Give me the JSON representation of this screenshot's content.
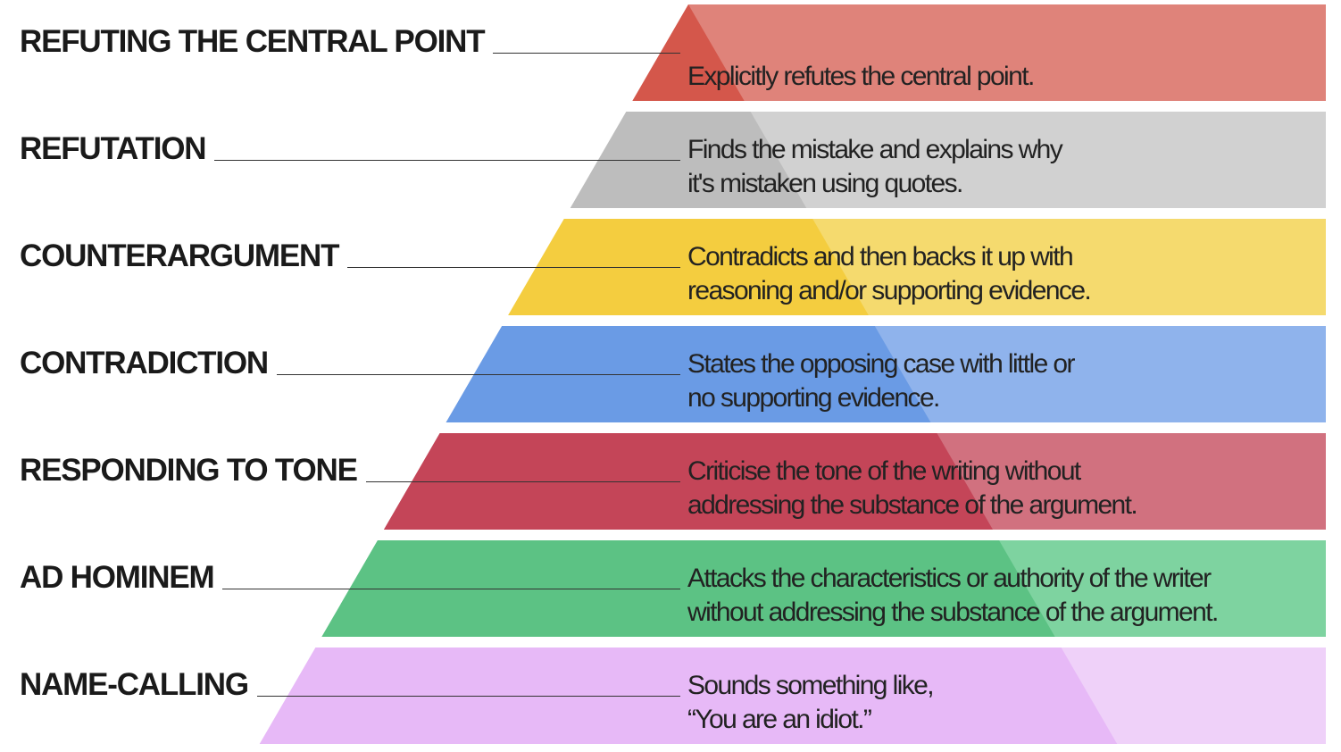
{
  "title": "Hierarchy of Disagreement",
  "levels": [
    {
      "label": "REFUTING THE CENTRAL POINT",
      "desc": [
        "Explicitly refutes the central point."
      ],
      "dark": "#d4574b",
      "light": "#df837a"
    },
    {
      "label": "REFUTATION",
      "desc": [
        "Finds the mistake and explains why",
        "it's mistaken using quotes."
      ],
      "dark": "#bdbdbd",
      "light": "#d1d1d1"
    },
    {
      "label": "COUNTERARGUMENT",
      "desc": [
        "Contradicts and then backs it up with",
        "reasoning and/or supporting evidence."
      ],
      "dark": "#f4cd3f",
      "light": "#f5da6e"
    },
    {
      "label": "CONTRADICTION",
      "desc": [
        "States the opposing case with little or",
        "no supporting evidence."
      ],
      "dark": "#6a9be5",
      "light": "#8fb3ec"
    },
    {
      "label": "RESPONDING TO TONE",
      "desc": [
        "Criticise the tone of the writing without",
        "addressing the substance of the argument."
      ],
      "dark": "#c44558",
      "light": "#d1717f"
    },
    {
      "label": "AD HOMINEM",
      "desc": [
        "Attacks the characteristics or authority of the writer",
        "without addressing the substance of the argument."
      ],
      "dark": "#5cc284",
      "light": "#7ed3a0"
    },
    {
      "label": "NAME-CALLING",
      "desc": [
        "Sounds something like,",
        "“You are an idiot.”"
      ],
      "dark": "#e7b9f7",
      "light": "#efd1f9"
    }
  ]
}
